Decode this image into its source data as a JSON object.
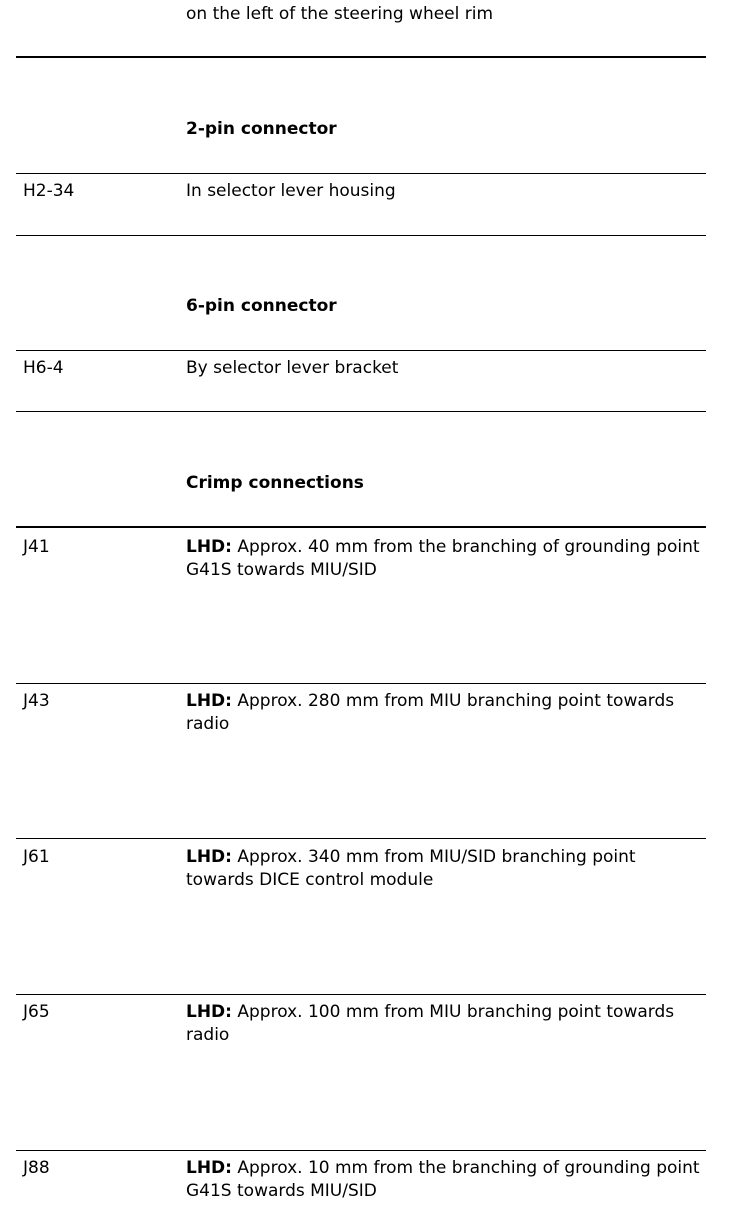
{
  "top_row": {
    "description": "on the left of the steering wheel rim"
  },
  "sections": [
    {
      "heading": "2-pin connector",
      "rows": [
        {
          "code": "H2-34",
          "description": "In selector lever housing"
        }
      ]
    },
    {
      "heading": "6-pin connector",
      "rows": [
        {
          "code": "H6-4",
          "description": "By selector lever bracket"
        }
      ]
    },
    {
      "heading": "Crimp connections",
      "rows": [
        {
          "code": "J41",
          "prefix": "LHD:",
          "description": "Approx. 40 mm from the branching of grounding point G41S towards MIU/SID"
        },
        {
          "code": "J43",
          "prefix": "LHD:",
          "description": "Approx. 280 mm from MIU branching point towards radio"
        },
        {
          "code": "J61",
          "prefix": "LHD:",
          "description": "Approx. 340 mm from MIU/SID branching point towards DICE control module"
        },
        {
          "code": "J65",
          "prefix": "LHD:",
          "description": "Approx. 100 mm from MIU branching point towards radio"
        },
        {
          "code": "J88",
          "prefix": "LHD:",
          "description": "Approx. 10 mm from the branching of grounding point G41S towards MIU/SID"
        }
      ]
    }
  ]
}
